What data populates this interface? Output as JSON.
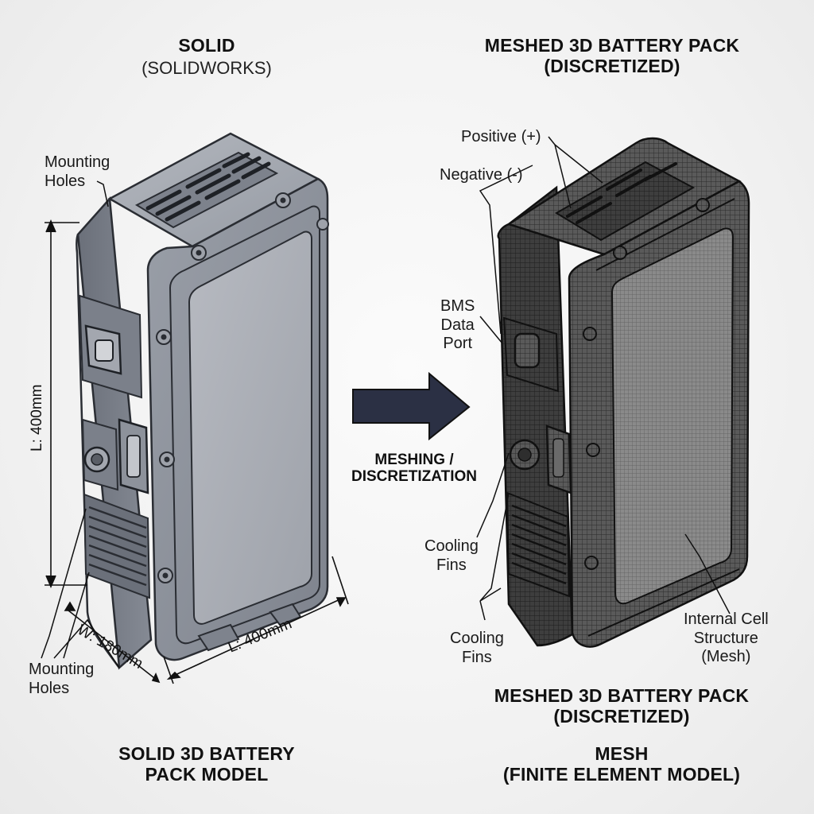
{
  "left": {
    "title": "SOLID",
    "subtitle": "(SOLIDWORKS)",
    "caption_line1": "SOLID 3D BATTERY",
    "caption_line2": "PACK MODEL",
    "mounting_holes_top": [
      "Mounting",
      "Holes"
    ],
    "mounting_holes_bottom": [
      "Mounting",
      "Holes"
    ],
    "dim_height": "L: 400mm",
    "dim_width": "W: 180mm",
    "dim_length": "L: 400mm"
  },
  "middle": {
    "arrow_line1": "MESHING /",
    "arrow_line2": "DISCRETIZATION"
  },
  "right": {
    "title_line1": "MESHED 3D BATTERY PACK",
    "title_line2": "(DISCRETIZED)",
    "positive": "Positive (+)",
    "negative": "Negative (-)",
    "bms": [
      "BMS",
      "Data",
      "Port"
    ],
    "cooling_fins_1": [
      "Cooling",
      "Fins"
    ],
    "cooling_fins_2": [
      "Cooling",
      "Fins"
    ],
    "internal_cell": [
      "Internal Cell",
      "Structure",
      "(Mesh)"
    ],
    "bottom_title_line1": "MESHED 3D BATTERY PACK",
    "bottom_title_line2": "(DISCRETIZED)",
    "caption_line1": "MESH",
    "caption_line2": "(FINITE ELEMENT MODEL)"
  },
  "colors": {
    "solid_body": "#8a8f99",
    "solid_face": "#a9adb5",
    "mesh_body": "#4a4a4a",
    "arrow_fill": "#2b3044"
  }
}
